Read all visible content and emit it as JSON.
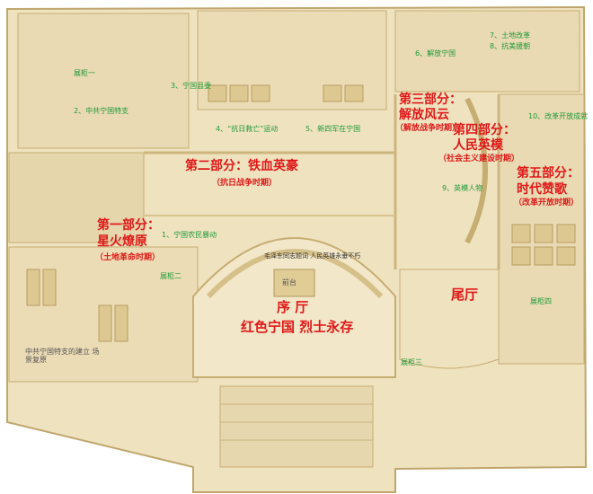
{
  "colors": {
    "floor": "#efe2bf",
    "wall": "#e3d09e",
    "shadow": "#c8b27a",
    "red": "#e01818",
    "green": "#1f9a3a"
  },
  "sections": {
    "part1": {
      "title": "第一部分：",
      "name": "星火燎原",
      "period": "（土地革命时期）"
    },
    "part2": {
      "title": "第二部分：铁血英豪",
      "period": "（抗日战争时期）"
    },
    "part3": {
      "title": "第三部分：",
      "name": "解放风云",
      "period": "（解放战争时期）"
    },
    "part4": {
      "title": "第四部分：",
      "name": "人民英模",
      "period": "（社会主义建设时期）"
    },
    "part5": {
      "title": "第五部分：",
      "name": "时代赞歌",
      "period": "（改革开放时期）"
    }
  },
  "halls": {
    "entrance": "序 厅",
    "slogan": "红色宁国 烈士永存",
    "tail": "尾厅",
    "front_desk": "前台",
    "motto": "毛泽东同志题词 人民英雄永垂不朽"
  },
  "labels": {
    "scene": "中共宁国特支的建立 场景复原",
    "wall_a": "展柜一",
    "wall_b": "展柜二",
    "wall_c": "展柜三",
    "wall_d": "展柜四",
    "item1": "1、宁国农民暴动",
    "item2": "2、中共宁国特支",
    "item3": "3、宁国县委",
    "item4": "4、“抗日救亡”运动",
    "item5": "5、新四军在宁国",
    "item6": "6、解放宁国",
    "item7": "7、土地改革",
    "item8": "8、抗美援朝",
    "item9": "9、英模人物",
    "item10": "10、改革开放成就"
  }
}
